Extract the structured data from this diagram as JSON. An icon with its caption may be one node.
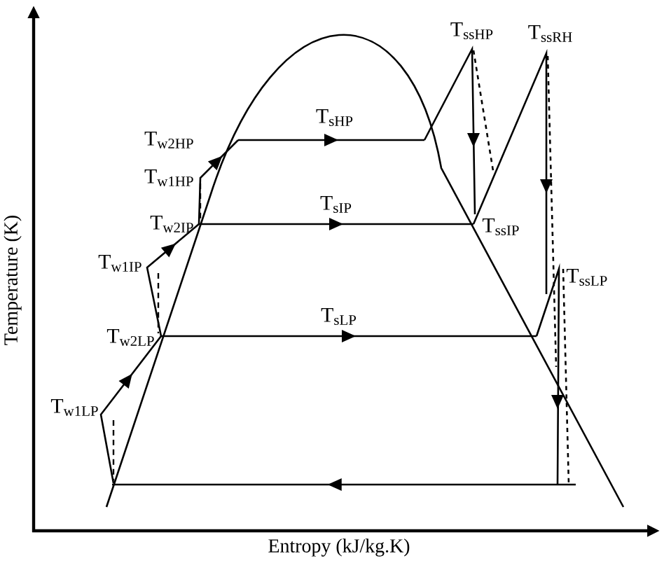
{
  "diagram": {
    "labels": [
      "T$_{ssHP}$",
      "T$_{ssRH}$",
      "T$_{w2HP}$",
      "T$_{sHP}$",
      "T$_{w1HP}$",
      "T$_{w2IP}$",
      "T$_{sIP}$",
      "T$_{ssIP}$",
      "T$_{w1IP}$",
      "T$_{ssLP}$",
      "T$_{w2LP}$",
      "T$_{sLP}$",
      "T$_{w1LP}$",
      "Temperature (K)",
      "Entropy (kJ/kg.K)"
    ]
  }
}
